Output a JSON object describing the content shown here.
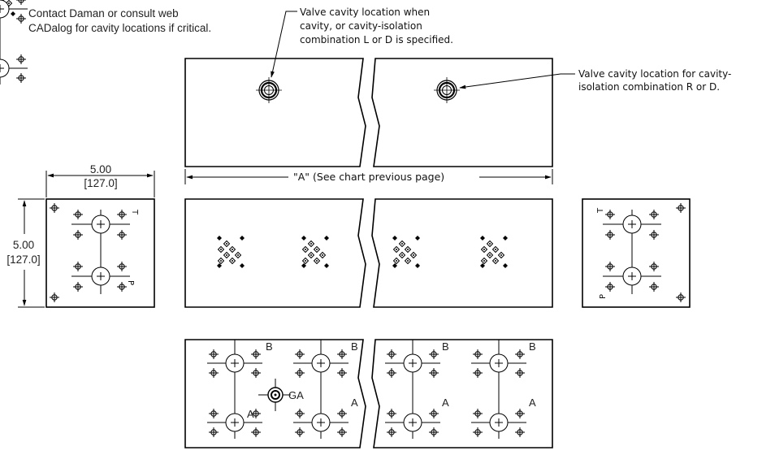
{
  "notes": {
    "contact_line1": "Contact Daman or consult web",
    "contact_line2": "CADalog for cavity locations if critical.",
    "valve_left_line1": "Valve cavity location when",
    "valve_left_line2": "cavity, or cavity-isolation",
    "valve_left_line3": "combination L or D is specified.",
    "valve_right_line1": "Valve cavity location for cavity-",
    "valve_right_line2": "isolation combination R or D."
  },
  "dimensions": {
    "width_value": "5.00",
    "width_metric": "[127.0]",
    "height_value": "5.00",
    "height_metric": "[127.0]",
    "length_label": "\"A\" (See chart previous page)"
  },
  "port_labels": {
    "T": "T",
    "P": "P",
    "A": "A",
    "B": "B",
    "GA": "GA"
  }
}
